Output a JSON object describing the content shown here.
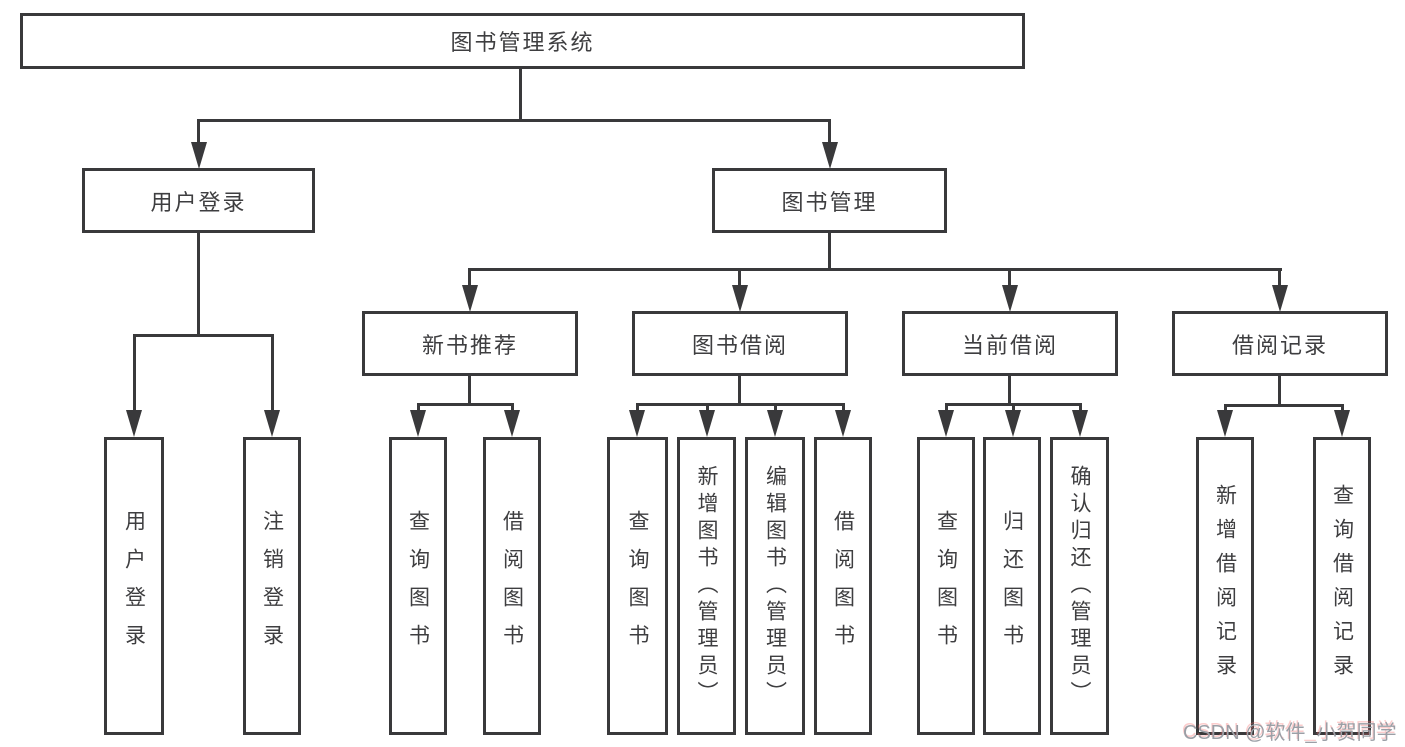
{
  "diagram": {
    "root": {
      "label": "图书管理系统"
    },
    "level2": [
      {
        "label": "用户登录"
      },
      {
        "label": "图书管理"
      }
    ],
    "level3": [
      {
        "label": "新书推荐"
      },
      {
        "label": "图书借阅"
      },
      {
        "label": "当前借阅"
      },
      {
        "label": "借阅记录"
      }
    ],
    "leaves": {
      "user_login": [
        "用户登录",
        "注销登录"
      ],
      "new_book_recommend": [
        "查询图书",
        "借阅图书"
      ],
      "book_borrow": [
        "查询图书",
        "新增图书（管理员）",
        "编辑图书（管理员）",
        "借阅图书"
      ],
      "current_borrow": [
        "查询图书",
        "归还图书",
        "确认归还（管理员）"
      ],
      "borrow_record": [
        "新增借阅记录",
        "查询借阅记录"
      ]
    }
  },
  "watermark": {
    "text": "CSDN @软件_小贺同学"
  },
  "colors": {
    "line": "#39393b",
    "text": "#3e3e40",
    "watermark": "#9b9fa6"
  }
}
